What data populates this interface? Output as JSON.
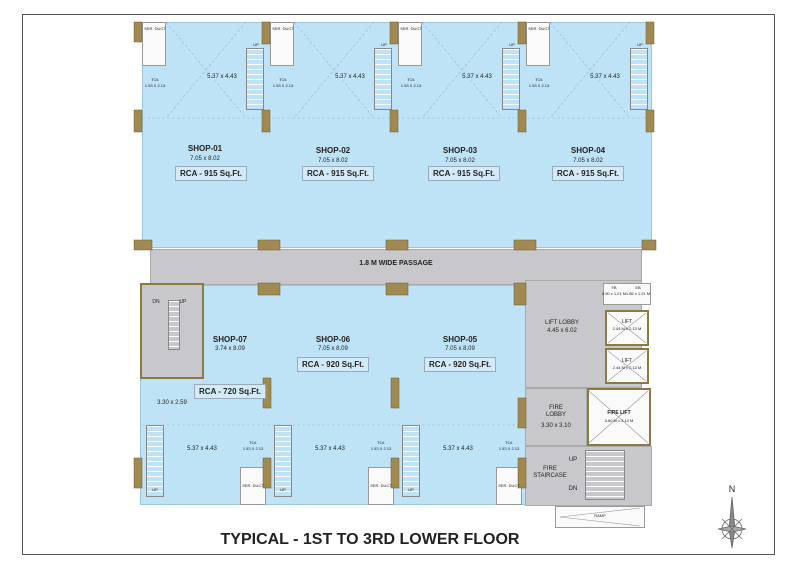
{
  "title": "TYPICAL - 1ST TO 3RD  LOWER FLOOR",
  "north": "N",
  "passage": "1.8 M WIDE PASSAGE",
  "top_shops": [
    {
      "name": "SHOP-01",
      "dims": "7.05 x 8.02",
      "rca": "RCA - 915 Sq.Ft.",
      "mezz": "5.37 x 4.43",
      "tol": "TOL",
      "tol_dims": "1.53 X 2.13",
      "duct": "SER. DUCT",
      "stair": "UP"
    },
    {
      "name": "SHOP-02",
      "dims": "7.05 x 8.02",
      "rca": "RCA - 915 Sq.Ft.",
      "mezz": "5.37 x 4.43",
      "tol": "TOL",
      "tol_dims": "1.53 X 2.13",
      "duct": "SER. DUCT",
      "stair": "UP"
    },
    {
      "name": "SHOP-03",
      "dims": "7.05 x 8.02",
      "rca": "RCA - 915 Sq.Ft.",
      "mezz": "5.37 x 4.43",
      "tol": "TOL",
      "tol_dims": "1.53 X 2.13",
      "duct": "SER. DUCT",
      "stair": "UP"
    },
    {
      "name": "SHOP-04",
      "dims": "7.05 x 8.02",
      "rca": "RCA - 915 Sq.Ft.",
      "mezz": "5.37 x 4.43",
      "tol": "TOL",
      "tol_dims": "1.53 X 2.13",
      "duct": "SER. DUCT",
      "stair": "UP"
    }
  ],
  "bottom_shops": [
    {
      "name": "SHOP-07",
      "dims": "3.74 x 8.09",
      "rca": "RCA - 720 Sq.Ft.",
      "extra": "3.30 x 2.59",
      "mezz": "5.37 x 4.43",
      "tol": "TOL",
      "tol_dims": "1.53 X 2.13",
      "duct": "SER. DUCT",
      "stair": "UP"
    },
    {
      "name": "SHOP-06",
      "dims": "7.05 x 8.09",
      "rca": "RCA - 920 Sq.Ft.",
      "mezz": "5.37 x 4.43",
      "tol": "TOL",
      "tol_dims": "1.53 X 2.13",
      "duct": "SER. DUCT",
      "stair": "UP"
    },
    {
      "name": "SHOP-05",
      "dims": "7.05 x 8.09",
      "rca": "RCA - 920 Sq.Ft.",
      "mezz": "5.37 x 4.43",
      "tol": "TOL",
      "tol_dims": "1.53 X 2.13",
      "duct": "SER. DUCT",
      "stair": "UP"
    }
  ],
  "stair_left": {
    "dn": "DN",
    "up": "UP"
  },
  "lift_lobby": {
    "name": "LIFT LOBBY",
    "dims": "4.45 x 6.02"
  },
  "lifts": [
    {
      "name": "LIFT",
      "dims": "2.44 M x 2.13 M"
    },
    {
      "name": "LIFT",
      "dims": "2.44 M x 2.13 M"
    }
  ],
  "fb": {
    "name": "FB",
    "dims": "0.90 x 1.21 M"
  },
  "eb": {
    "name": "EB",
    "dims": "1.85 x 1.21 M"
  },
  "fire_lobby": {
    "name": "FIRE LOBBY",
    "dims": "3.30 x 3.10"
  },
  "fire_lift": {
    "name": "FIRE LIFT",
    "dims": "3.60 M x 3.10 M"
  },
  "fire_staircase": {
    "name": "FIRE STAIRCASE",
    "up": "UP",
    "dn": "DN"
  },
  "ramp": "RAMP",
  "colors": {
    "shop": "#bfe3f6",
    "common": "#c8c8cc",
    "wall": "#8c7a46"
  }
}
